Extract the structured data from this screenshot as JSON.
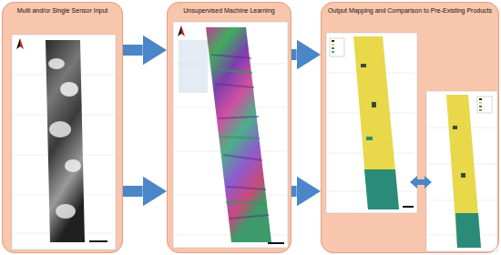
{
  "diagram": {
    "nodes": [
      {
        "text": [
          "Multi and/or Single Sensor Input"
        ]
      },
      {
        "text": [
          "Unsupervised Machine Learning"
        ]
      },
      {
        "text": [
          "Output Mapping and Comparison to Pre-Existing Products"
        ]
      }
    ],
    "edges": [
      {
        "from": 0,
        "to": 1,
        "arrow": "to"
      },
      {
        "from": 0,
        "to": 1,
        "arrow": "to"
      },
      {
        "from": 1,
        "to": 2,
        "arrow": "to"
      },
      {
        "from": 1,
        "to": 2,
        "arrow": "to"
      }
    ]
  }
}
